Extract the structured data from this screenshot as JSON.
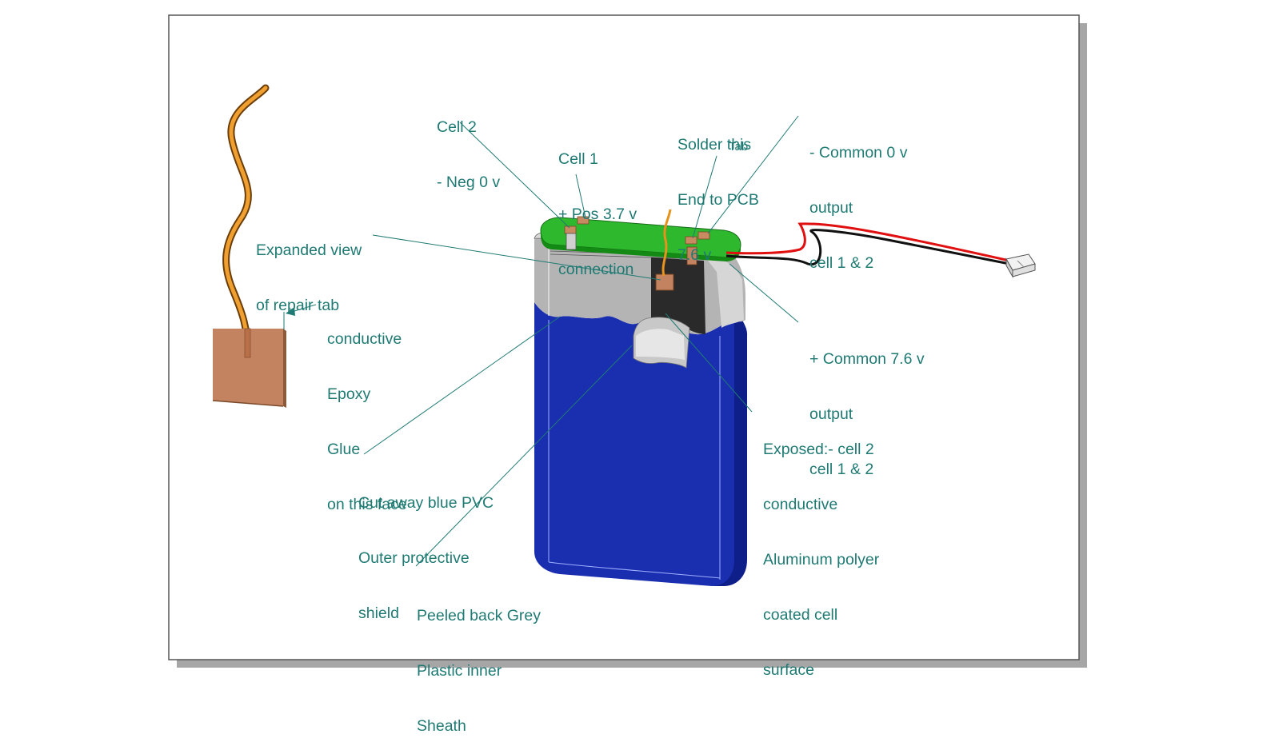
{
  "colors": {
    "label_text": "#1f7a73",
    "leader_line": "#1f7a73",
    "frame_border": "#555555",
    "frame_shadow": "#a6a6a6",
    "pvc_shield": "#1a2eb0",
    "grey_sheath": "#b4b4b4",
    "pcb": "#2db82d",
    "copper": "#c8835a",
    "wire_red": "#e01010",
    "wire_black": "#111111",
    "wire_orange": "#e8921e"
  },
  "labels": {
    "cell2": [
      "Cell 2",
      "- Neg 0 v"
    ],
    "cell1": [
      "Cell 1",
      "+ Pos 3.7 v",
      "connection"
    ],
    "solder": [
      "Solder this",
      "End to PCB",
      "7.6 v"
    ],
    "tab": "Tab",
    "common0": [
      "- Common 0 v",
      "output",
      "cell 1 & 2"
    ],
    "expanded": [
      "Expanded view",
      "of repair tab"
    ],
    "epoxy": [
      "conductive",
      "Epoxy",
      "Glue",
      "on this face"
    ],
    "common76": [
      "+ Common 7.6 v",
      "output",
      "cell 1 & 2"
    ],
    "exposed": [
      "Exposed:- cell 2",
      "conductive",
      "Aluminum polyer",
      "coated cell",
      "surface"
    ],
    "cutaway": [
      "Cut away blue PVC",
      "Outer protective",
      "shield"
    ],
    "peeled": [
      "Peeled back Grey",
      "Plastic inner",
      "Sheath"
    ]
  },
  "icons": {
    "battery": "battery-pack-illustration",
    "repair_tab": "repair-tab-illustration",
    "connector": "connector-plug-icon"
  }
}
